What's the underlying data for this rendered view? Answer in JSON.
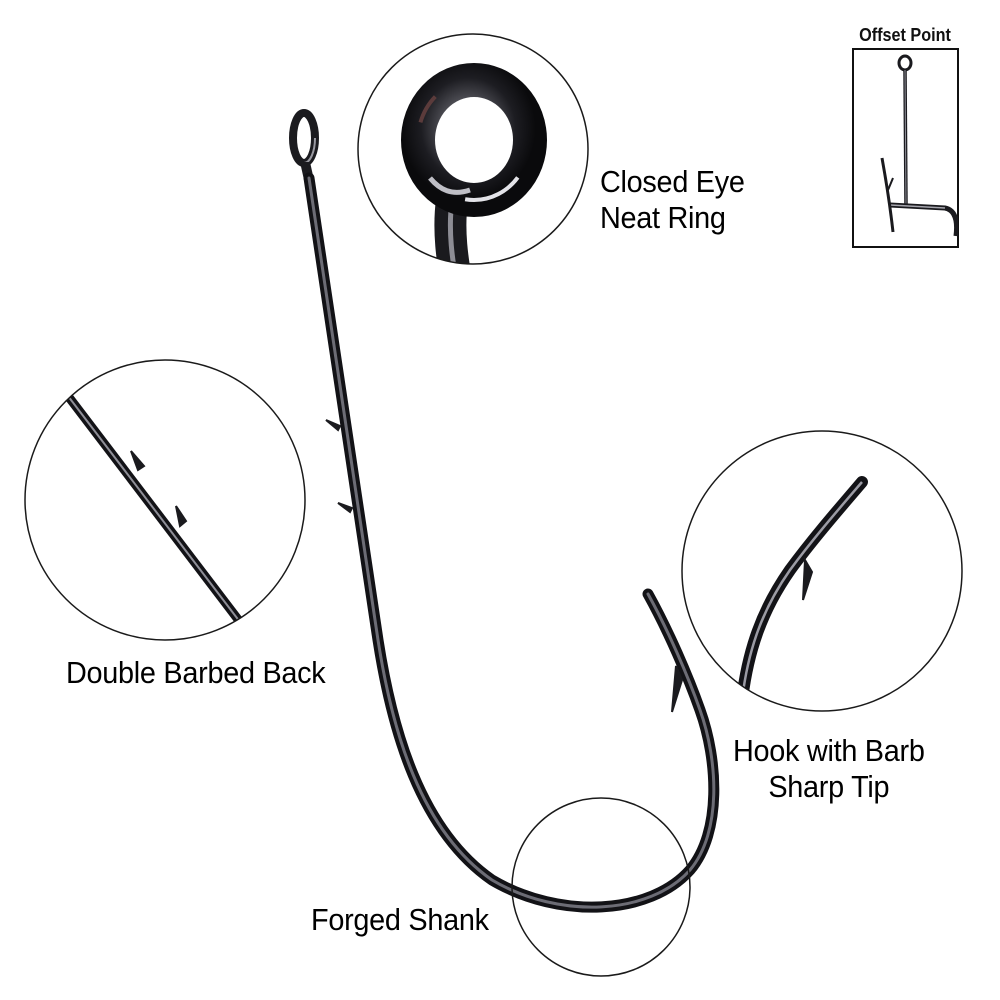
{
  "labels": {
    "closed_eye_line1": "Closed Eye",
    "closed_eye_line2": "Neat Ring",
    "double_barbed": "Double Barbed Back",
    "hook_barb_line1": "Hook with Barb",
    "hook_barb_line2": "Sharp Tip",
    "forged_shank": "Forged Shank",
    "offset_point": "Offset Point"
  },
  "colors": {
    "background": "#ffffff",
    "hook_metal_dark": "#1e1e22",
    "hook_metal_light": "#8a8a92",
    "circle_outline": "#1a1a1a",
    "text": "#000000"
  },
  "icons": {
    "main_image": "fishing-hook",
    "callouts": [
      "closed-eye-closeup",
      "double-barb-closeup",
      "hook-tip-closeup",
      "forged-shank-ring",
      "offset-point-side-view"
    ]
  }
}
